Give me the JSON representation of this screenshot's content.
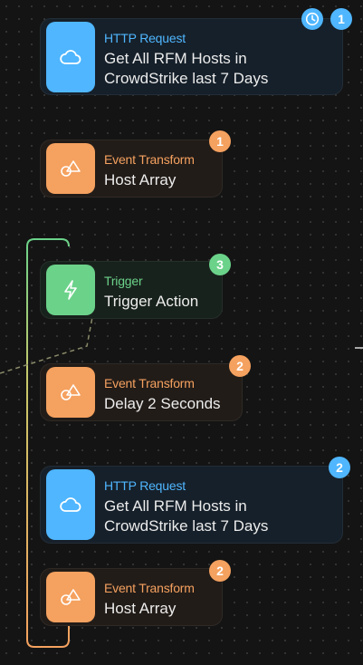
{
  "nodes": [
    {
      "kind": "HTTP Request",
      "title": "Get All RFM Hosts in CrowdStrike last 7 Days",
      "badge": "1",
      "icon": "cloud-icon"
    },
    {
      "kind": "Event Transform",
      "title": "Host Array",
      "badge": "1",
      "icon": "transform-shapes-icon"
    },
    {
      "kind": "Trigger",
      "title": "Trigger Action",
      "badge": "3",
      "icon": "lightning-icon"
    },
    {
      "kind": "Event Transform",
      "title": "Delay 2 Seconds",
      "badge": "2",
      "icon": "transform-shapes-icon"
    },
    {
      "kind": "HTTP Request",
      "title": "Get All RFM Hosts in CrowdStrike last 7 Days",
      "badge": "2",
      "icon": "cloud-icon"
    },
    {
      "kind": "Event Transform",
      "title": "Host Array",
      "badge": "2",
      "icon": "transform-shapes-icon"
    }
  ],
  "colors": {
    "http": "#4fb6ff",
    "transform": "#f5a15f",
    "trigger": "#6bd28a",
    "canvas": "#141414"
  },
  "extra_icons": [
    "clock-icon"
  ]
}
